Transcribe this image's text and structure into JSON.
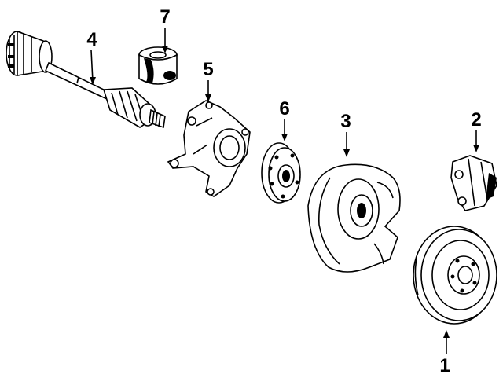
{
  "diagram": {
    "callouts": [
      {
        "id": "1",
        "text": "1"
      },
      {
        "id": "2",
        "text": "2"
      },
      {
        "id": "3",
        "text": "3"
      },
      {
        "id": "4",
        "text": "4"
      },
      {
        "id": "5",
        "text": "5"
      },
      {
        "id": "6",
        "text": "6"
      },
      {
        "id": "7",
        "text": "7"
      }
    ],
    "parts": [
      {
        "callout": "1",
        "icon": "brake-rotor-icon"
      },
      {
        "callout": "2",
        "icon": "brake-caliper-icon"
      },
      {
        "callout": "3",
        "icon": "splash-shield-icon"
      },
      {
        "callout": "4",
        "icon": "axle-shaft-icon"
      },
      {
        "callout": "5",
        "icon": "steering-knuckle-icon"
      },
      {
        "callout": "6",
        "icon": "wheel-hub-icon"
      },
      {
        "callout": "7",
        "icon": "bushing-icon"
      }
    ]
  }
}
